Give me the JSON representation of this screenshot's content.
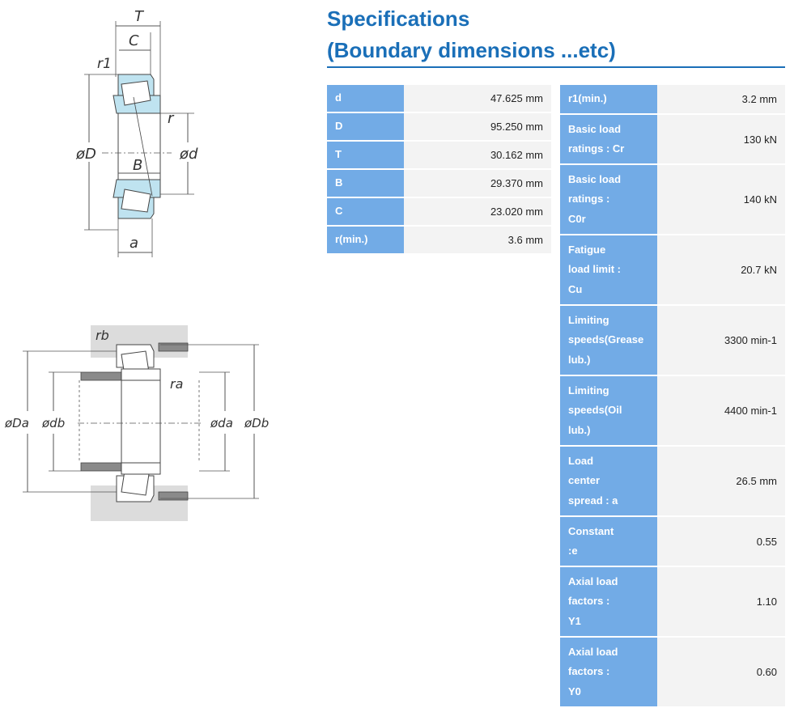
{
  "diagram_top": {
    "labels": {
      "T": "T",
      "C": "C",
      "r1": "r1",
      "r": "r",
      "D": "øD",
      "d": "ød",
      "B": "B",
      "a": "a"
    }
  },
  "diagram_bottom": {
    "labels": {
      "rb": "rb",
      "ra": "ra",
      "Da": "øDa",
      "db": "ødb",
      "da": "øda",
      "Db": "øDb"
    }
  },
  "title": {
    "line1": "Specifications",
    "line2": "(Boundary dimensions ...etc)"
  },
  "colors": {
    "title": "#1a6fb8",
    "label_cell": "#72abe6",
    "value_cell": "#f3f3f3"
  },
  "spec_left": [
    {
      "label": "d",
      "value": "47.625 mm"
    },
    {
      "label": "D",
      "value": "95.250 mm"
    },
    {
      "label": "T",
      "value": "30.162 mm"
    },
    {
      "label": "B",
      "value": "29.370 mm"
    },
    {
      "label": "C",
      "value": "23.020 mm"
    },
    {
      "label": "r(min.)",
      "value": "3.6 mm"
    }
  ],
  "spec_right": [
    {
      "label_lines": [
        "r1(min.)"
      ],
      "value": "3.2 mm"
    },
    {
      "label_lines": [
        "Basic load",
        "ratings : Cr"
      ],
      "value": "130 kN"
    },
    {
      "label_lines": [
        "Basic load",
        "ratings :",
        "C0r"
      ],
      "value": "140 kN"
    },
    {
      "label_lines": [
        "Fatigue",
        "load limit :",
        "Cu"
      ],
      "value": "20.7 kN"
    },
    {
      "label_lines": [
        "Limiting",
        "speeds(Grease",
        "lub.)"
      ],
      "value": "3300 min-1"
    },
    {
      "label_lines": [
        "Limiting",
        "speeds(Oil",
        "lub.)"
      ],
      "value": "4400 min-1"
    },
    {
      "label_lines": [
        "Load",
        "center",
        "spread : a"
      ],
      "value": "26.5 mm"
    },
    {
      "label_lines": [
        "Constant",
        ":e"
      ],
      "value": "0.55"
    },
    {
      "label_lines": [
        "Axial load",
        "factors :",
        "Y1"
      ],
      "value": "1.10"
    },
    {
      "label_lines": [
        "Axial load",
        "factors :",
        "Y0"
      ],
      "value": "0.60"
    }
  ]
}
